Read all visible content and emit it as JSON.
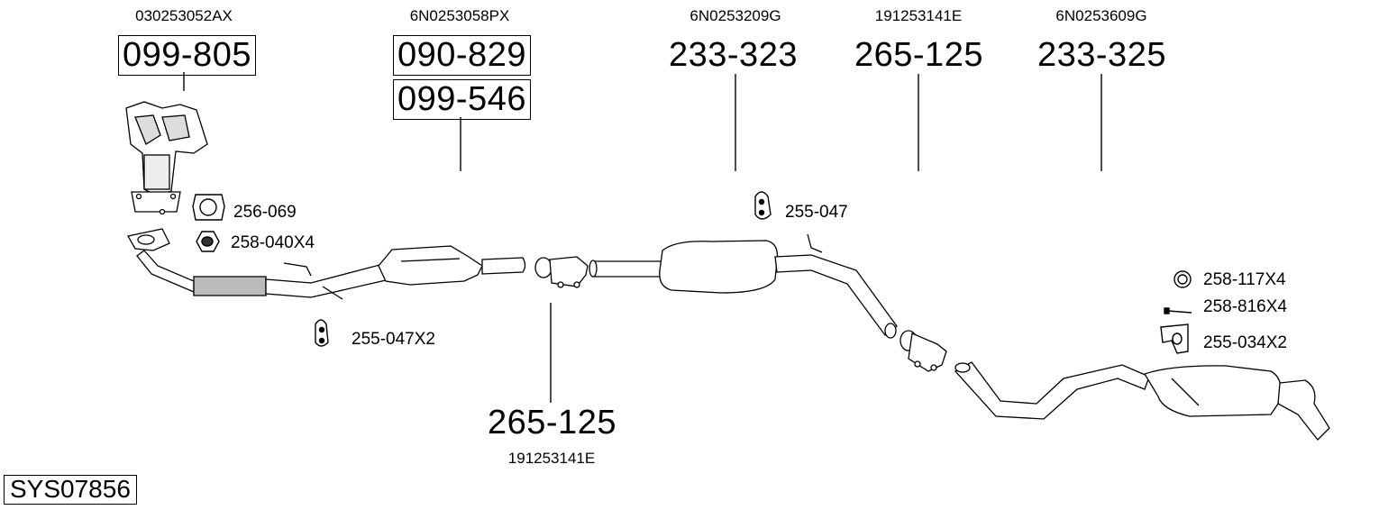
{
  "diagram": {
    "system_code": "SYS07856",
    "parts": [
      {
        "oem": "030253052AX",
        "labels": [
          "099-805"
        ],
        "boxed": true
      },
      {
        "oem": "6N0253058PX",
        "labels": [
          "090-829",
          "099-546"
        ],
        "boxed": true
      },
      {
        "oem": "6N0253209G",
        "labels": [
          "233-323"
        ],
        "boxed": false
      },
      {
        "oem": "191253141E",
        "labels": [
          "265-125"
        ],
        "boxed": false
      },
      {
        "oem": "6N0253609G",
        "labels": [
          "233-325"
        ],
        "boxed": false
      },
      {
        "oem": "191253141E",
        "labels": [
          "265-125"
        ],
        "boxed": false
      }
    ],
    "accessories": [
      {
        "label": "256-069"
      },
      {
        "label": "258-040X4"
      },
      {
        "label": "255-047X2"
      },
      {
        "label": "255-047"
      },
      {
        "label": "258-117X4"
      },
      {
        "label": "258-816X4"
      },
      {
        "label": "255-034X2"
      }
    ]
  }
}
